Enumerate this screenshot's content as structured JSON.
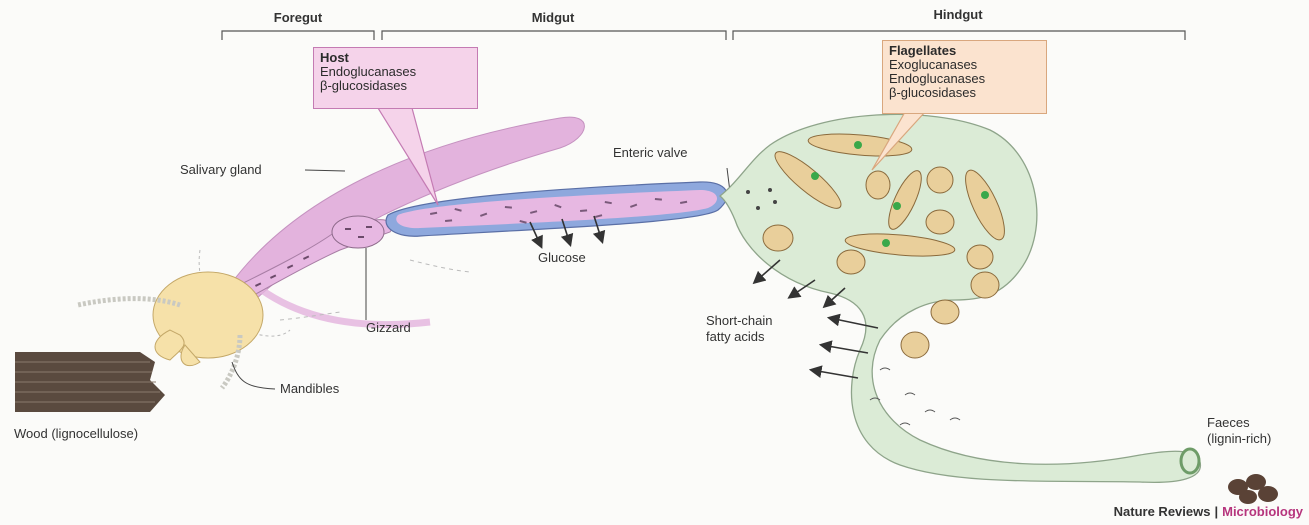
{
  "regions": {
    "foregut": "Foregut",
    "midgut": "Midgut",
    "hindgut": "Hindgut"
  },
  "host_box": {
    "title": "Host",
    "lines": [
      "Endoglucanases",
      "β-glucosidases"
    ]
  },
  "flagellates_box": {
    "title": "Flagellates",
    "lines": [
      "Exoglucanases",
      "Endoglucanases",
      "β-glucosidases"
    ]
  },
  "labels": {
    "salivary_gland": "Salivary gland",
    "enteric_valve": "Enteric valve",
    "glucose": "Glucose",
    "gizzard": "Gizzard",
    "mandibles": "Mandibles",
    "wood": "Wood (lignocellulose)",
    "scfa_line1": "Short-chain",
    "scfa_line2": "fatty acids",
    "faeces_line1": "Faeces",
    "faeces_line2": "(lignin-rich)"
  },
  "credit": {
    "journal": "Nature Reviews",
    "section": "Microbiology"
  },
  "colors": {
    "salivary": "#e3b3dd",
    "midgut_wall": "#8ea8dd",
    "midgut_lumen": "#e7b8e2",
    "hindgut": "#dbebd6",
    "head": "#f6e1a9",
    "wood": "#5a4a3f",
    "accent": "#b6357d"
  }
}
